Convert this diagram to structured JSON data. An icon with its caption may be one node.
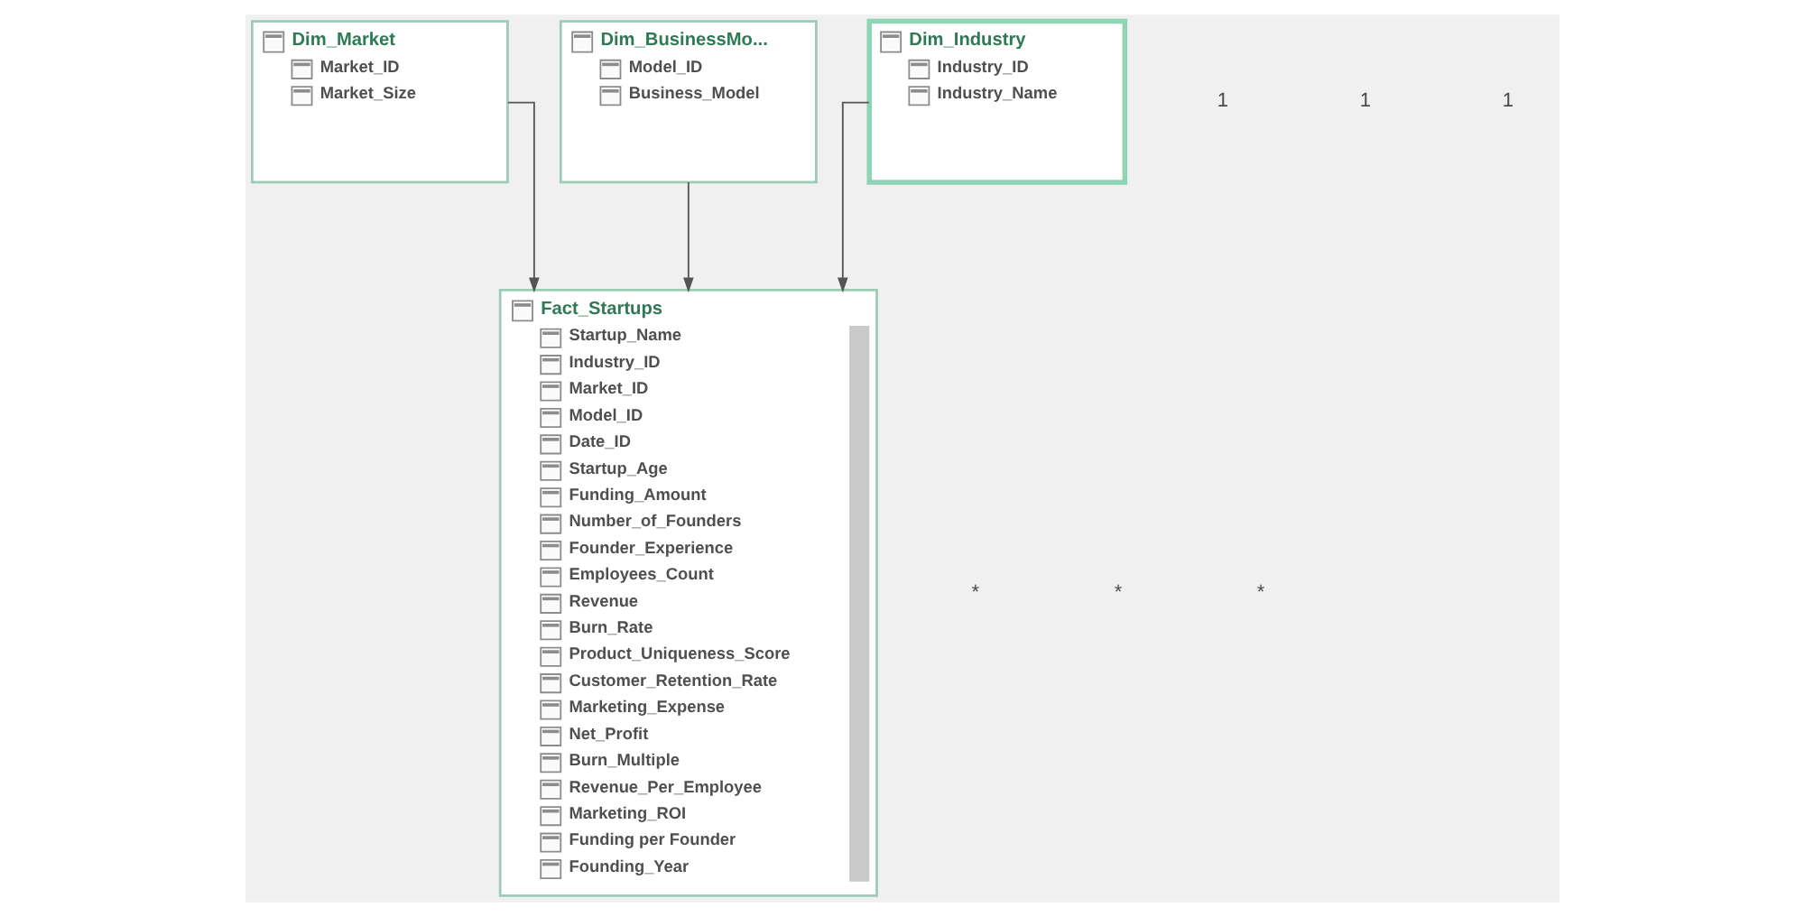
{
  "diagram": {
    "nodes": [
      {
        "text": [
          "Dim_Market",
          "Market_ID",
          "Market_Size"
        ]
      },
      {
        "text": [
          "Fact_Startups",
          "Startup_Name",
          "Industry_ID",
          "Market_ID",
          "Model_ID",
          "Date_ID",
          "Startup_Age",
          "Funding_Amount",
          "Number_of_Founders",
          "Founder_Experience",
          "Employees_Count",
          "Revenue",
          "Burn_Rate",
          "Product_Uniqueness_Score",
          "Customer_Retention_Rate",
          "Marketing_Expense",
          "Net_Profit",
          "Burn_Multiple",
          "Revenue_Per_Employee",
          "Marketing_ROI",
          "Funding per Founder",
          "Founding_Year"
        ]
      },
      {
        "text": [
          "Dim_BusinessMo...",
          "Model_ID",
          "Business_Model"
        ]
      },
      {
        "text": [
          "Dim_Industry",
          "Industry_ID",
          "Industry_Name"
        ]
      }
    ],
    "edges": [
      {
        "from": 0,
        "to": 1,
        "arrow": "to"
      },
      {
        "from": 2,
        "to": 1,
        "arrow": "to"
      },
      {
        "from": 3,
        "to": 1,
        "arrow": "to"
      }
    ],
    "labels": [
      "1",
      "1",
      "*",
      "*",
      "*",
      "1"
    ]
  }
}
